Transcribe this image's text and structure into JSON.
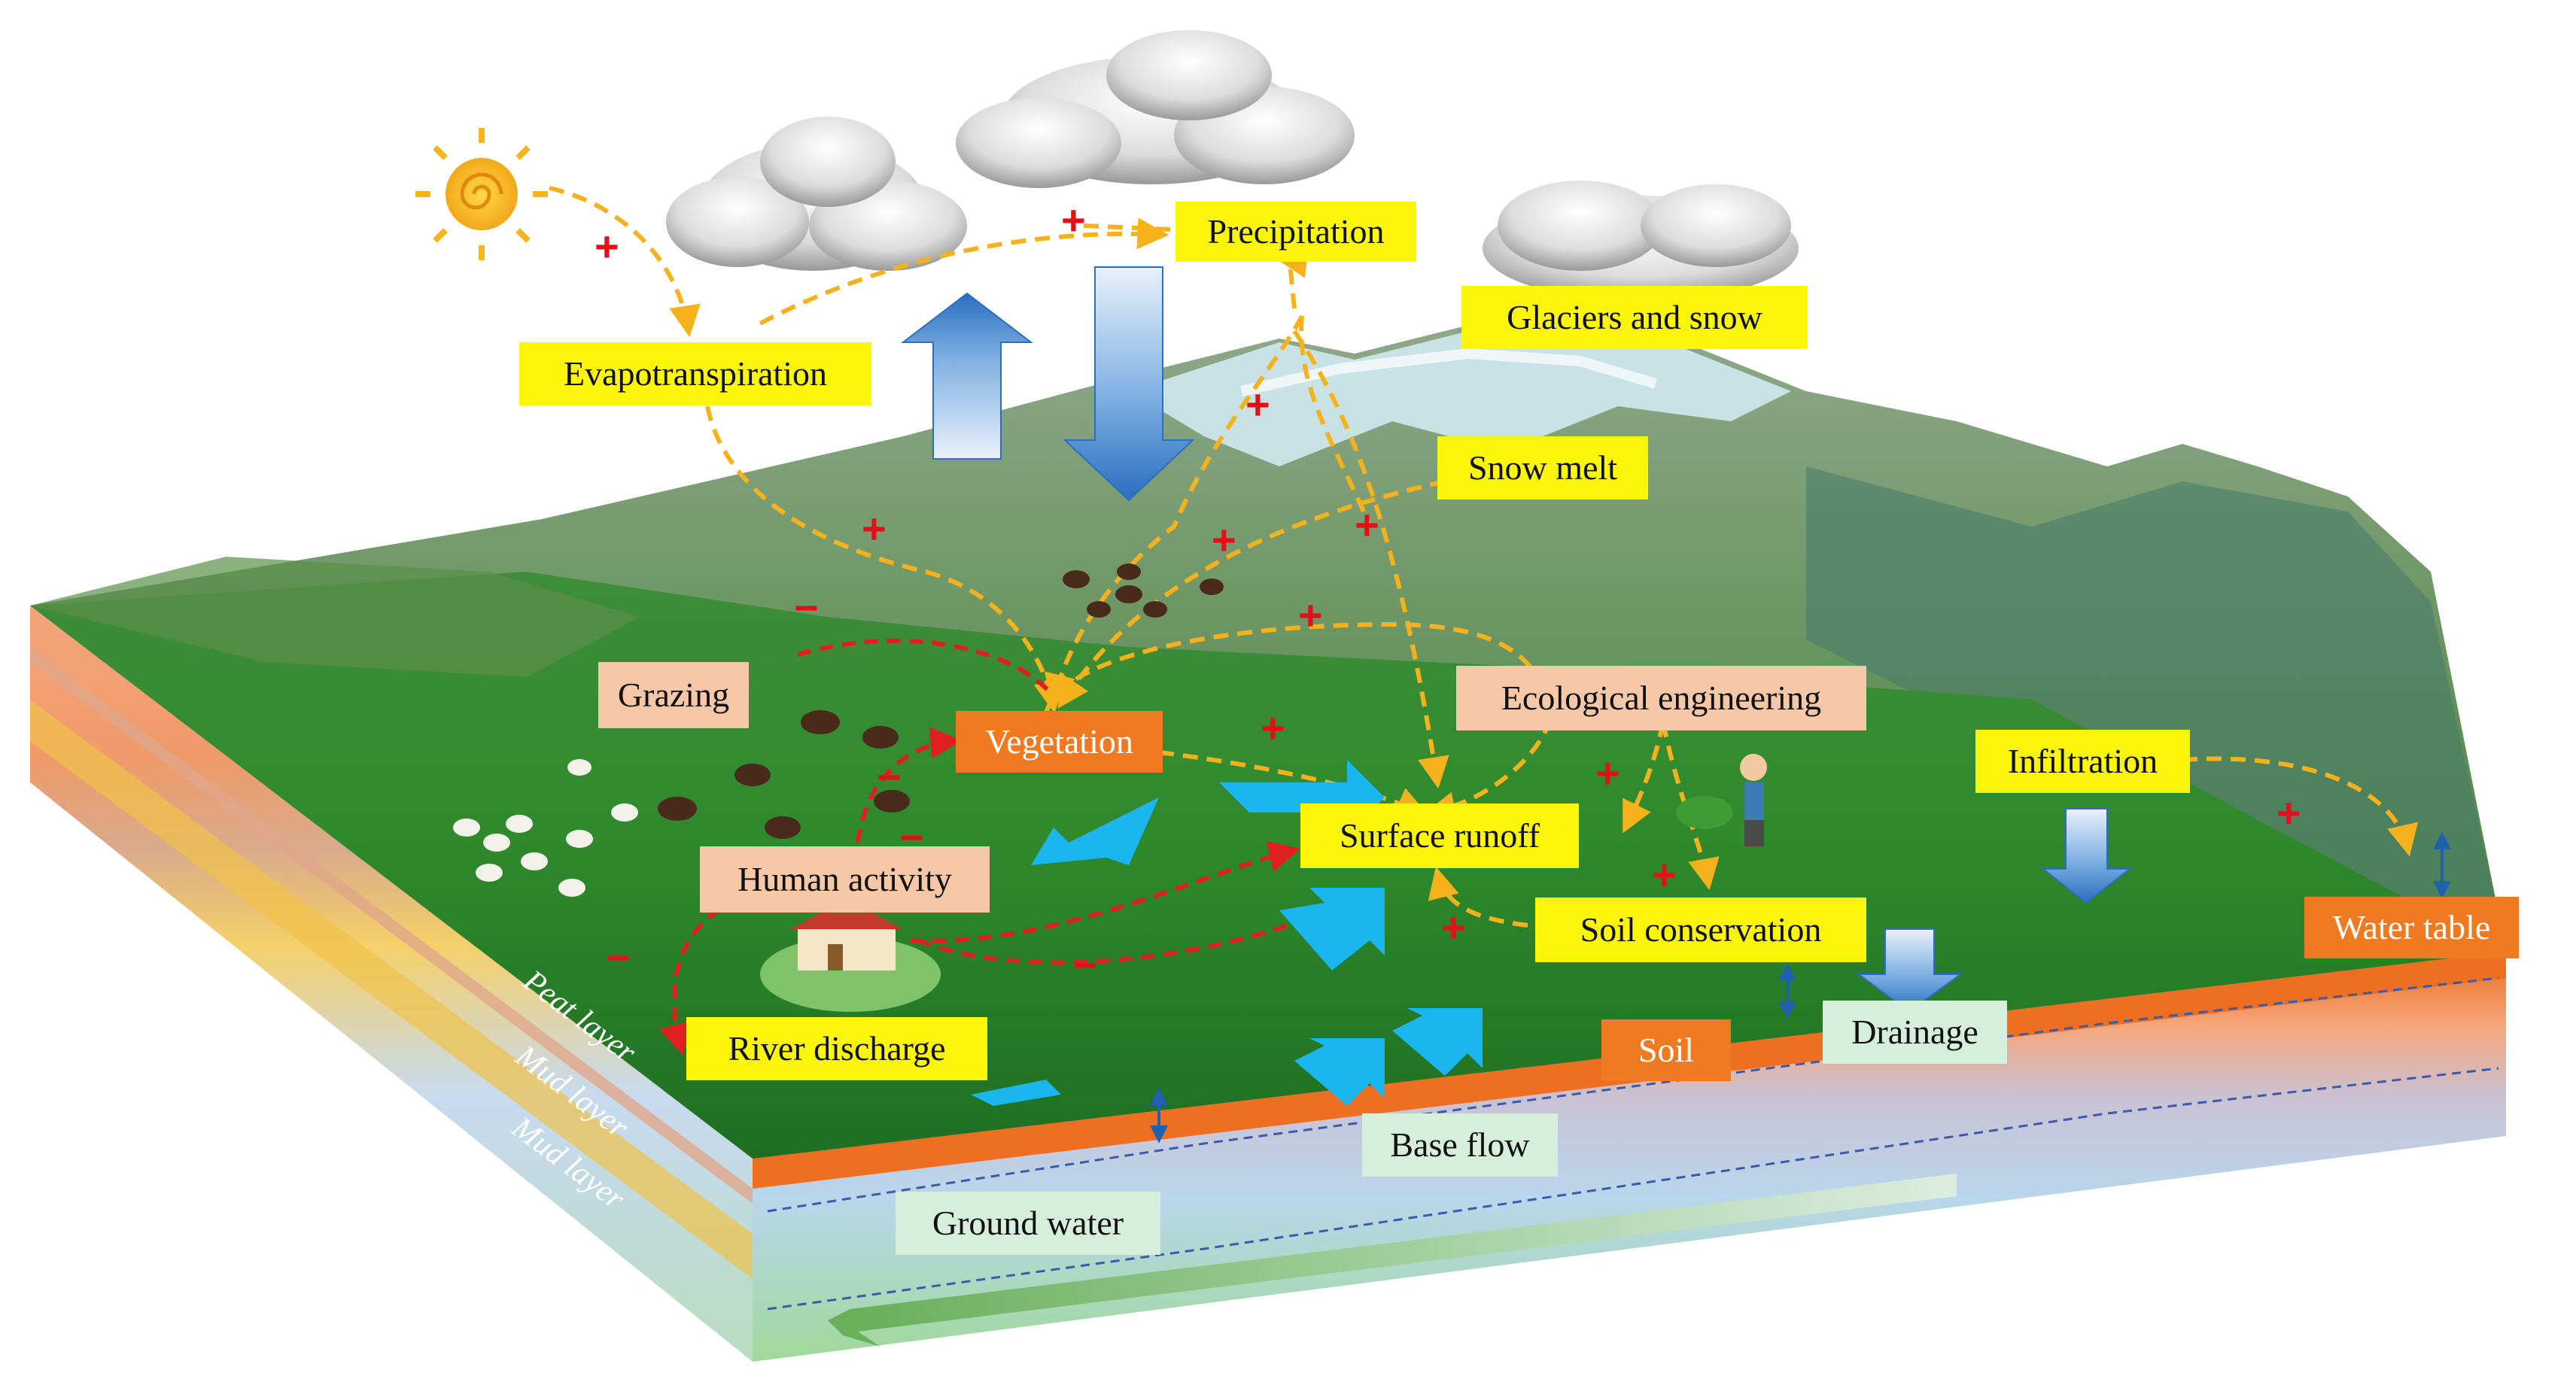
{
  "labels": {
    "precipitation": "Precipitation",
    "glaciers_and_snow": "Glaciers and snow",
    "evapotranspiration": "Evapotranspiration",
    "snow_melt": "Snow melt",
    "grazing": "Grazing",
    "vegetation": "Vegetation",
    "ecological_engineering": "Ecological engineering",
    "infiltration": "Infiltration",
    "surface_runoff": "Surface runoff",
    "human_activity": "Human activity",
    "soil_conservation": "Soil conservation",
    "water_table": "Water table",
    "river_discharge": "River discharge",
    "soil": "Soil",
    "drainage": "Drainage",
    "base_flow": "Base flow",
    "ground_water": "Ground water"
  },
  "layers": {
    "peat": "Peat layer",
    "mud_1": "Mud layer",
    "mud_2": "Mud layer"
  },
  "signs": {
    "plus": "+",
    "minus": "−"
  },
  "colors": {
    "label_yellow": "#fbf50a",
    "label_peach": "#f6c8a8",
    "label_orange": "#f07a22",
    "label_mint": "#d6efdc",
    "positive_link": "#f5b21c",
    "negative_link": "#e02020",
    "water_arrow": "#1ab6f0",
    "sign_red": "#e3101a"
  },
  "icons": [
    "sun-icon",
    "cloud-icon",
    "mountain-icon",
    "yak-icon",
    "sheep-icon",
    "house-icon",
    "farmer-icon"
  ]
}
